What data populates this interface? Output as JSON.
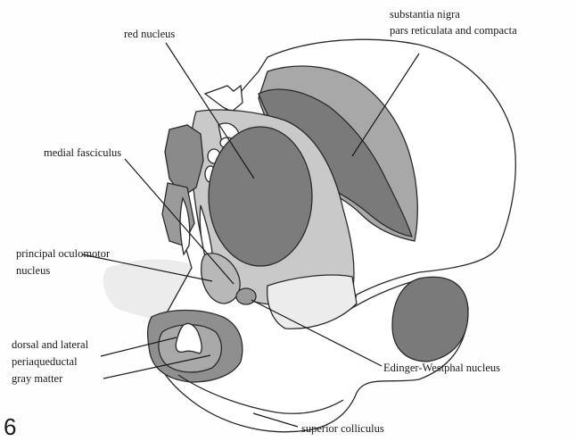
{
  "figure_number": "6",
  "labels": {
    "red_nucleus": "red nucleus",
    "substantia_nigra_line1": "substantia nigra",
    "substantia_nigra_line2": "pars reticulata and compacta",
    "medial_fasciculus": "medial fasciculus",
    "principal_oculomotor_line1": "principal oculomotor",
    "principal_oculomotor_line2": "nucleus",
    "dorsal_lateral_line1": "dorsal and lateral",
    "dorsal_lateral_line2": "periaqueductal",
    "dorsal_lateral_line3": "gray matter",
    "edinger_westphal": "Edinger-Westphal nucleus",
    "superior_colliculus": "superior colliculus"
  },
  "colors": {
    "background": "#fefefe",
    "outline": "#2a2a2a",
    "dark_gray": "#707070",
    "medium_gray": "#9a9a9a",
    "light_gray": "#c8c8c8",
    "very_light_gray": "#e6e6e6",
    "white": "#ffffff"
  }
}
